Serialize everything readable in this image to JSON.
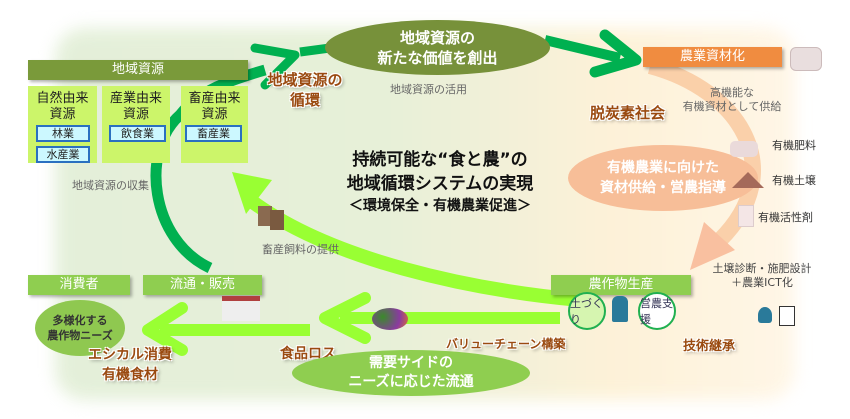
{
  "regional_resources": {
    "header": "地域資源",
    "columns": [
      {
        "title": "自然由来資源",
        "items": [
          "林業",
          "水産業"
        ]
      },
      {
        "title": "産業由来資源",
        "items": [
          "飲食業"
        ]
      },
      {
        "title": "畜産由来資源",
        "items": [
          "畜産業"
        ]
      }
    ],
    "collection_note": "地域資源の収集"
  },
  "top_ellipse": {
    "line1": "地域資源の",
    "line2": "新たな価値を創出"
  },
  "utilization_note": "地域資源の活用",
  "circulation_label": {
    "line1": "地域資源の",
    "line2": "循環"
  },
  "materials": {
    "header": "農業資材化",
    "supply_note": {
      "line1": "高機能な",
      "line2": "有機資材として供給"
    },
    "decarbon": "脱炭素社会",
    "ellipse": {
      "line1": "有機農業に向けた",
      "line2": "資材供給・営農指導"
    },
    "products": [
      "有機肥料",
      "有機土壌",
      "有機活性剤"
    ]
  },
  "center_title": {
    "line1": "持続可能な“食と農”の",
    "line2": "地域循環システムの実現",
    "line3": "＜環境保全・有機農業促進＞"
  },
  "feed_note": "畜産飼料の提供",
  "consumers": {
    "header": "消費者",
    "ellipse": {
      "line1": "多様化する",
      "line2": "農作物ニーズ"
    },
    "ethical": {
      "line1": "エシカル消費",
      "line2": "有機食材"
    }
  },
  "distribution": {
    "header": "流通・販売"
  },
  "food_loss": "食品ロス",
  "demand_ellipse": {
    "line1": "需要サイドの",
    "line2": "ニーズに応じた流通"
  },
  "value_chain": "バリューチェーン構築",
  "production": {
    "header": "農作物生産",
    "circles": [
      "土づくり",
      "営農支援"
    ]
  },
  "tech": {
    "note": {
      "line1": "土壌診断・施肥設計",
      "line2": "＋農業ICT化"
    },
    "succession": "技術継承"
  },
  "colors": {
    "dark_green": "#00b050",
    "light_green": "#99ff33",
    "olive": "#7a9a3a",
    "orange": "#f08c40",
    "brown": "#9a4a10"
  }
}
